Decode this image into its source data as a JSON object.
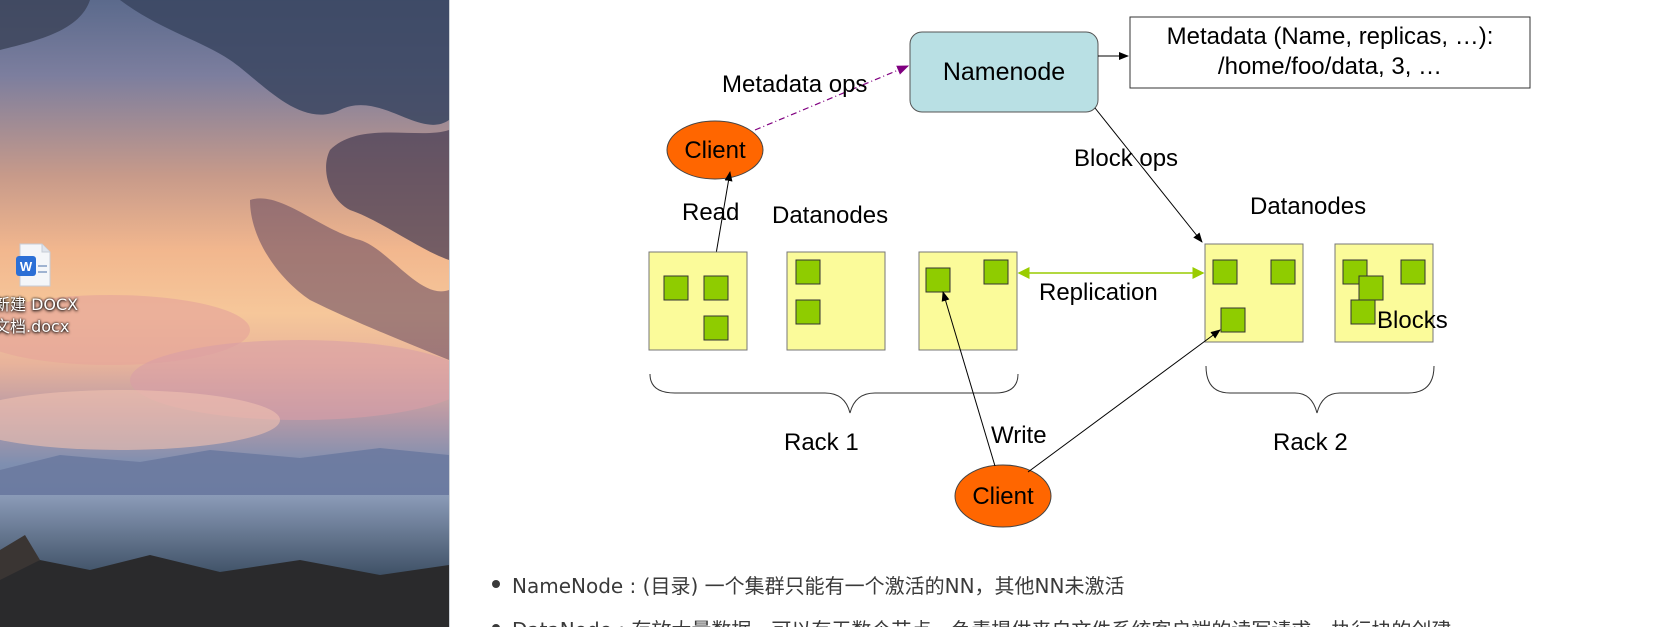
{
  "desktop": {
    "file_icon": "word-document-icon",
    "file_label_line1": "新建 DOCX",
    "file_label_line2": "文档.docx"
  },
  "diagram": {
    "namenode": "Namenode",
    "metadata_line1": "Metadata (Name, replicas, …):",
    "metadata_line2": "/home/foo/data, 3, …",
    "metadata_ops": "Metadata ops",
    "block_ops": "Block ops",
    "client_top": "Client",
    "client_bottom": "Client",
    "read": "Read",
    "write": "Write",
    "datanodes_left": "Datanodes",
    "datanodes_right": "Datanodes",
    "replication": "Replication",
    "blocks": "Blocks",
    "rack1": "Rack 1",
    "rack2": "Rack 2",
    "colors": {
      "namenode_fill": "#b9e0e4",
      "client_fill": "#ff6600",
      "datanode_fill": "#fbfb9a",
      "block_fill": "#8fcc00",
      "metadata_ops_line": "#800080",
      "replication_line": "#99cc00"
    }
  },
  "bullets": [
    {
      "text": "NameNode : (目录) 一个集群只能有一个激活的NN，其他NN未激活"
    },
    {
      "text": "DataNode : 存放大量数据，可以有无数个节点，负责提供来自文件系统客户端的读写请求，执行块的创建"
    }
  ]
}
